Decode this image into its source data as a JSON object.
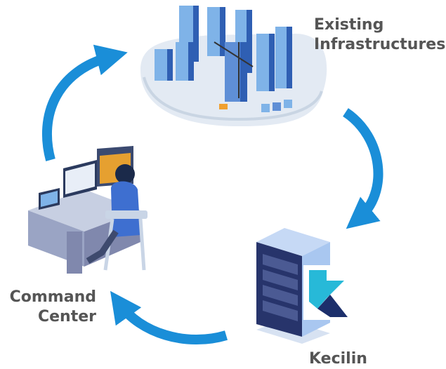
{
  "labels": {
    "infrastructure": [
      "Existing",
      "Infrastructures"
    ],
    "command_center": [
      "Command",
      "Center"
    ],
    "kecilin": "Kecilin"
  },
  "colors": {
    "arrow": "#1a8ed8",
    "label": "#555555",
    "building_light": "#7fb3e8",
    "building_dark": "#2f5fb3",
    "platform": "#e3eaf3",
    "server_dark": "#27346b",
    "server_light": "#a9c7f0",
    "logo_teal": "#27b9d8",
    "logo_navy": "#1c2f6b"
  },
  "icons": [
    "city-illustration-icon",
    "command-center-illustration-icon",
    "server-illustration-icon",
    "kecilin-logo-icon",
    "cycle-arrow-icon"
  ]
}
